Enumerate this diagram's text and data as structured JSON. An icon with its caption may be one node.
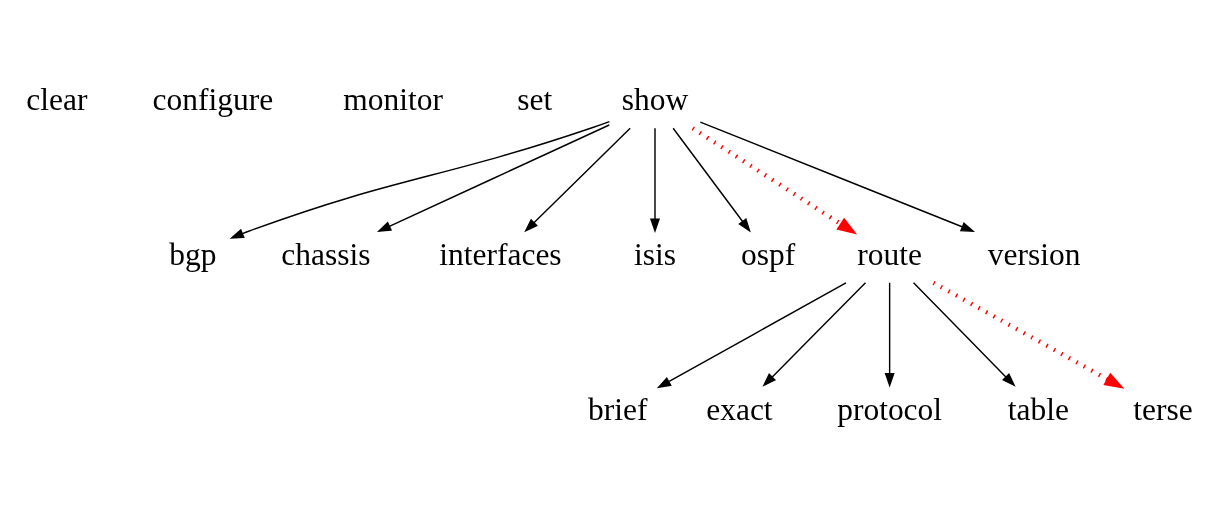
{
  "diagram": {
    "nodes": [
      {
        "text": [
          "clear"
        ]
      },
      {
        "text": [
          "configure"
        ]
      },
      {
        "text": [
          "monitor"
        ]
      },
      {
        "text": [
          "set"
        ]
      },
      {
        "text": [
          "show"
        ]
      },
      {
        "text": [
          "bgp"
        ]
      },
      {
        "text": [
          "chassis"
        ]
      },
      {
        "text": [
          "interfaces"
        ]
      },
      {
        "text": [
          "isis"
        ]
      },
      {
        "text": [
          "ospf"
        ]
      },
      {
        "text": [
          "route"
        ]
      },
      {
        "text": [
          "version"
        ]
      },
      {
        "text": [
          "brief"
        ]
      },
      {
        "text": [
          "exact"
        ]
      },
      {
        "text": [
          "protocol"
        ]
      },
      {
        "text": [
          "table"
        ]
      },
      {
        "text": [
          "terse"
        ]
      }
    ],
    "edges": [
      {
        "from": 4,
        "to": 5,
        "arrow": "to"
      },
      {
        "from": 4,
        "to": 6,
        "arrow": "to"
      },
      {
        "from": 4,
        "to": 7,
        "arrow": "to"
      },
      {
        "from": 4,
        "to": 8,
        "arrow": "to"
      },
      {
        "from": 4,
        "to": 9,
        "arrow": "to"
      },
      {
        "from": 4,
        "to": 10,
        "arrow": "to",
        "style": "dashed",
        "color": "#ff0000"
      },
      {
        "from": 4,
        "to": 11,
        "arrow": "to"
      },
      {
        "from": 10,
        "to": 12,
        "arrow": "to"
      },
      {
        "from": 10,
        "to": 13,
        "arrow": "to"
      },
      {
        "from": 10,
        "to": 14,
        "arrow": "to"
      },
      {
        "from": 10,
        "to": 15,
        "arrow": "to"
      },
      {
        "from": 10,
        "to": 16,
        "arrow": "to",
        "style": "dashed",
        "color": "#ff0000"
      }
    ]
  }
}
